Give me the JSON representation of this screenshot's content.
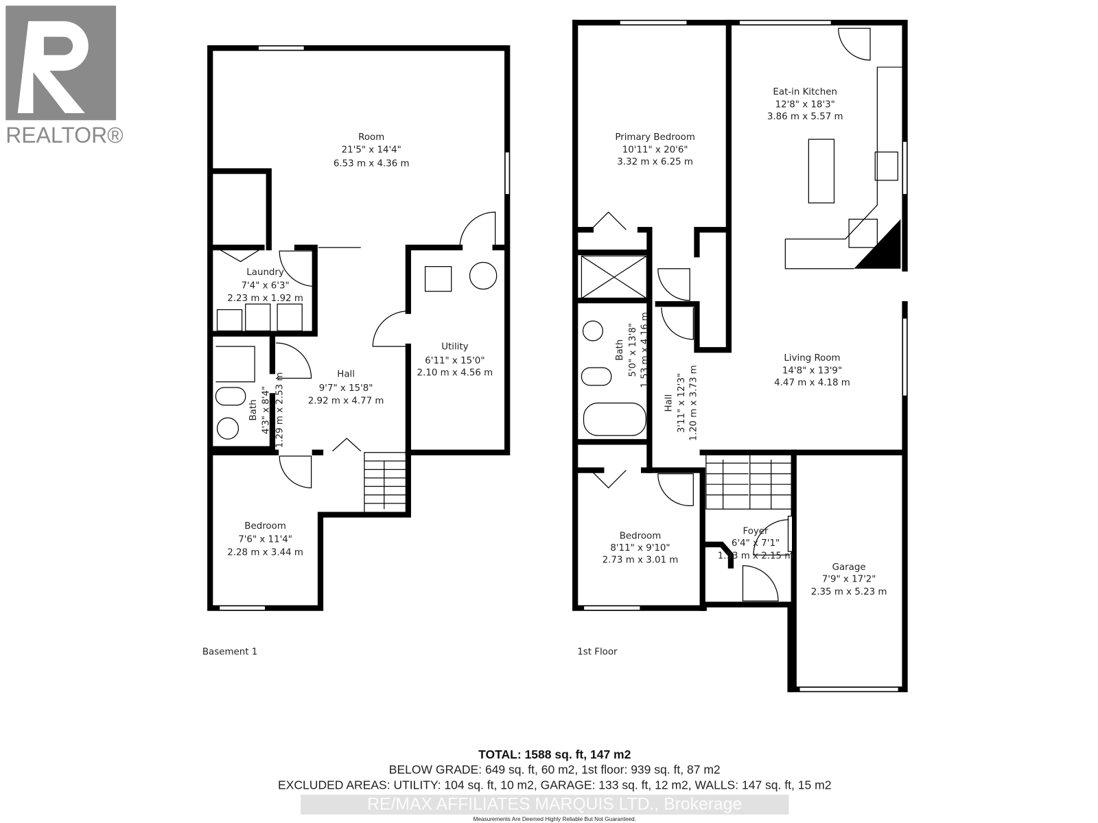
{
  "logo": {
    "text": "REALTOR®",
    "color": "#8a8a8a"
  },
  "basement": {
    "label": "Basement 1",
    "rooms": [
      {
        "name": "Room",
        "imperial": "21'5\" x 14'4\"",
        "metric": "6.53 m x 4.36 m"
      },
      {
        "name": "Laundry",
        "imperial": "7'4\" x 6'3\"",
        "metric": "2.23 m x 1.92 m"
      },
      {
        "name": "Utility",
        "imperial": "6'11\" x 15'0\"",
        "metric": "2.10 m x 4.56 m"
      },
      {
        "name": "Hall",
        "imperial": "9'7\" x 15'8\"",
        "metric": "2.92 m x 4.77 m"
      },
      {
        "name": "Bath",
        "imperial": "4'3\" x 8'4\"",
        "metric": "1.29 m x 2.53 m"
      },
      {
        "name": "Bedroom",
        "imperial": "7'6\" x 11'4\"",
        "metric": "2.28 m x 3.44 m"
      }
    ]
  },
  "first_floor": {
    "label": "1st Floor",
    "rooms": [
      {
        "name": "Primary Bedroom",
        "imperial": "10'11\" x 20'6\"",
        "metric": "3.32 m x 6.25 m"
      },
      {
        "name": "Eat-in Kitchen",
        "imperial": "12'8\" x 18'3\"",
        "metric": "3.86 m x 5.57 m"
      },
      {
        "name": "Living Room",
        "imperial": "14'8\" x 13'9\"",
        "metric": "4.47 m x 4.18 m"
      },
      {
        "name": "Bath",
        "imperial": "5'0\" x 13'8\"",
        "metric": "1.53 m x 4.16 m"
      },
      {
        "name": "Hall",
        "imperial": "3'11\" x 12'3\"",
        "metric": "1.20 m x 3.73 m"
      },
      {
        "name": "Bedroom",
        "imperial": "8'11\" x 9'10\"",
        "metric": "2.73 m x 3.01 m"
      },
      {
        "name": "Foyer",
        "imperial": "6'4\" x 7'1\"",
        "metric": "1.93 m x 2.15 m"
      },
      {
        "name": "Garage",
        "imperial": "7'9\" x 17'2\"",
        "metric": "2.35 m x 5.23 m"
      }
    ]
  },
  "summary": {
    "total": "TOTAL: 1588 sq. ft, 147 m2",
    "below_grade": "BELOW GRADE: 649 sq. ft, 60 m2, 1st floor: 939 sq. ft, 87 m2",
    "excluded": "EXCLUDED AREAS: UTILITY: 104 sq. ft, 10 m2, GARAGE: 133 sq. ft, 12 m2, WALLS: 147 sq. ft, 15 m2",
    "watermark": "RE/MAX AFFILIATES MARQUIS LTD., Brokerage",
    "disclaimer": "Measurements Are Deemed Highly Reliable But Not Guaranteed."
  }
}
